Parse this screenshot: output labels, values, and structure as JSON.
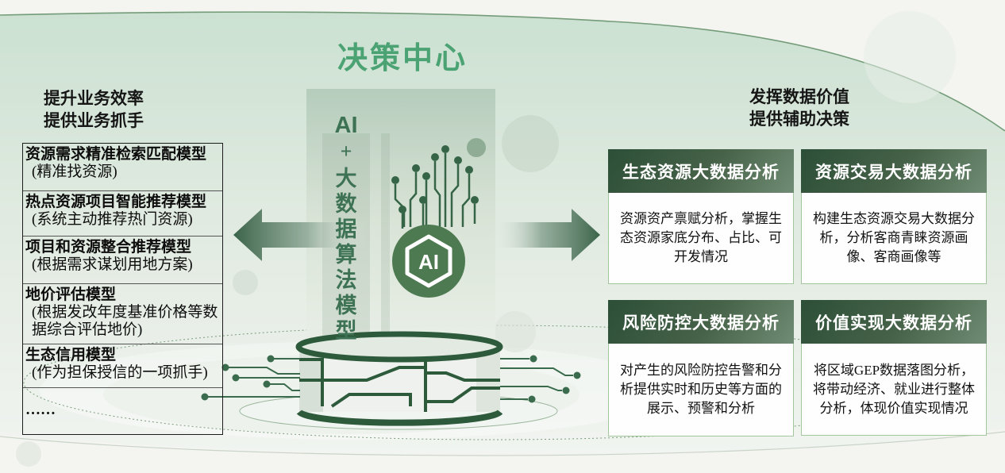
{
  "title": "决策中心",
  "left_panel": {
    "header": [
      "提升业务效率",
      "提供业务抓手"
    ],
    "models": [
      {
        "name": "资源需求精准检索匹配模型",
        "note": "(精准找资源)"
      },
      {
        "name": "热点资源项目智能推荐模型",
        "note": "(系统主动推荐热门资源)"
      },
      {
        "name": "项目和资源整合推荐模型",
        "note": "(根据需求谋划用地方案)"
      },
      {
        "name": "地价评估模型",
        "note": "(根据发改年度基准价格等数据综合评估地价)"
      },
      {
        "name": "生态信用模型",
        "note": "(作为担保授信的一项抓手)"
      },
      {
        "name": "……",
        "note": ""
      }
    ]
  },
  "center": {
    "badge": "AI",
    "chars": [
      "AI",
      "+",
      "大",
      "数",
      "据",
      "算",
      "法",
      "模",
      "型"
    ]
  },
  "right_panel": {
    "header": [
      "发挥数据价值",
      "提供辅助决策"
    ],
    "cards": [
      {
        "title": "生态资源大数据分析",
        "body": "资源资产禀赋分析，掌握生态资源家底分布、占比、可开发情况"
      },
      {
        "title": "资源交易大数据分析",
        "body": "构建生态资源交易大数据分析，分析客商青睐资源画像、客商画像等"
      },
      {
        "title": "风险防控大数据分析",
        "body": "对产生的风险防控告警和分析提供实时和历史等方面的展示、预警和分析"
      },
      {
        "title": "价值实现大数据分析",
        "body": "将区域GEP数据落图分析，将带动经济、就业进行整体分析，体现价值实现情况"
      }
    ]
  },
  "colors": {
    "title_green": "#4ba273",
    "dark_green": "#2e5a3c",
    "badge_green": "#4d7a50",
    "card_header_start": "#2c4f37",
    "card_header_end": "#708c74",
    "card_border": "#a3c79c",
    "background_tint": "#cee3d3"
  }
}
